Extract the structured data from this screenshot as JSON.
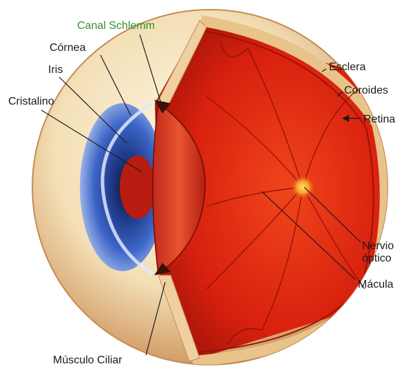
{
  "labels": {
    "canal_schlemm": "Canal Schlemm",
    "cornea": "Córnea",
    "iris": "Iris",
    "cristalino": "Cristalino",
    "esclera": "Esclera",
    "coroides": "Coroides",
    "retina": "Retina",
    "nervio_line1": "Nervio",
    "nervio_line2": "óptico",
    "macula": "Mácula",
    "musculo_ciliar": "Músculo Ciliar"
  },
  "colors": {
    "sclera": "#f3dfb6",
    "iris": "#2f4fa8",
    "retina": "#e32410",
    "label_highlight": "#2e8f2e"
  }
}
